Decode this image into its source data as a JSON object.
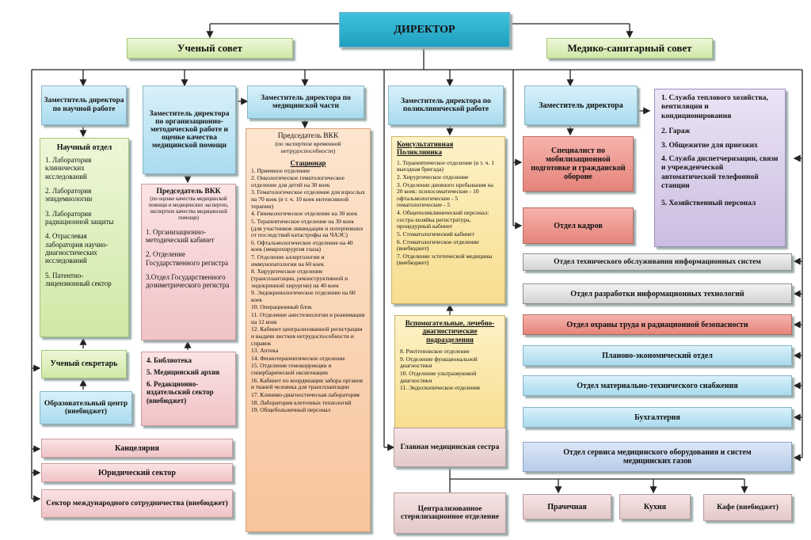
{
  "director": "ДИРЕКТОР",
  "scientific_council": "Ученый совет",
  "medical_council": "Медико-санитарный совет",
  "deputy_research": "Заместитель директора по научной работе",
  "research_dept": {
    "title": "Научный отдел",
    "items": [
      "1. Лаборатория клинических исследований",
      "2. Лаборатория эпидемиологии",
      "3. Лаборатория радиационной защиты",
      "4. Отраслевая лаборатория научно-диагностических исследований",
      "5. Патентно-лицензионный сектор"
    ]
  },
  "scientific_secretary": "Ученый секретарь",
  "education_center": "Образовательный центр (внебюджет)",
  "deputy_methodical": "Заместитель директора по организационно-методической работе и оценке качества медицинской помощи",
  "vkk1": {
    "title": "Председатель ВКК",
    "sub": "(по оценке качества медицинской помощи и медицинских экспертиз, экспертизе качества медицинской помощи)",
    "items": [
      "1. Организационно-методический кабинет",
      "2. Отделение Государственного регистра",
      "3.Отдел Государственного дозиметрического регистра"
    ]
  },
  "library_box": [
    "4. Библиотека",
    "5. Медицинский архив",
    "6. Редакционно-издательский сектор (внебюджет)"
  ],
  "deputy_medical": "Заместитель директора по медицинской части",
  "vkk2": {
    "title": "Председатель ВКК",
    "sub": "(по экспертизе временной нетрудоспособности)",
    "section": "Стационар",
    "items": [
      "1. Приемное отделение",
      "2. Онкологическое гематологическое отделение для детей на 30 коек",
      "3. Гематологическое отделение для взрослых на 70 коек (в т. ч. 10 коек интенсивной терапии)",
      "4. Гинекологическое отделение на 30 коек",
      "5. Терапевтическое отделение на 30 коек (для участников ликвидации и потерпевших от последствий катастрофы на ЧАЭС)",
      "6. Офтальмологическое отделение на 40 коек (микрохирургия глаза)",
      "7. Отделение аллергологии и иммунопатологии на 60 коек",
      "8. Хирургическое отделение (трансплантации, реконструктивной и эндокринной хирургии) на 40 коек",
      "9. Эндокринологическое отделение на 60 коек",
      "10. Операционный блок",
      "11. Отделение анестезиологии и реанимации на 12 коек",
      "12. Кабинет централизованной регистрации и выдачи листков нетрудоспособности и справок",
      "13. Аптека",
      "14. Физиотерапевтическое отделение",
      "15. Отделение гемокоррекции и гипербарической оксигенации",
      "16. Кабинет по координации забора органов и тканей человека для трансплантации",
      "17. Клинико-диагностическая лаборатория",
      "18. Лаборатория клеточных технологий",
      "19. Общебольничный персонал"
    ]
  },
  "deputy_polyclinic": "Заместитель директора по поликлинической работе",
  "polyclinic": {
    "title": "Консультативная Поликлиника",
    "items": [
      "1. Терапевтическое отделение (в т. ч. 1 выездная бригада)",
      "2. Хирургическое отделение",
      "3. Отделение дневного пребывания на 20 коек: психосоматические - 10 офтальмологические - 5 гематологические - 5",
      "4. Общеполиклинический персонал: сестра-хозяйка регистратура, процедурный кабинет",
      "5. Стоматологический кабинет",
      "6. Стоматологическое отделение (внебюджет)",
      "7. Отделение эстетической медицины (внебюджет)"
    ]
  },
  "aux": {
    "title": "Вспомогательные, лечебно-диагностические подразделения",
    "items": [
      "8. Рентгеновское отделение",
      "9. Отделение функциональной диагностики",
      "10. Отделение ультразвуковой диагностики",
      "11. Эндоскопическое отделение"
    ]
  },
  "head_nurse": "Главная медицинская сестра",
  "sterilization": "Централизованное стерилизационное отделение",
  "laundry": "Прачечная",
  "kitchen": "Кухня",
  "cafe": "Кафе (внебюджет)",
  "deputy_director": "Заместитель директора",
  "services": [
    "1. Служба теплового хозяйства, вентиляции и кондиционирования",
    "2. Гараж",
    "3. Общежитие для приезжих",
    "4. Служба диспетчеризации, связи и учрежденческой автоматической телефонной станции",
    "5. Хозяйственный персонал"
  ],
  "mobilization": "Специалист по мобилизационной подготовке и гражданской обороне",
  "hr": "Отдел кадров",
  "right_depts": [
    "Отдел технического обслуживания информационных систем",
    "Отдел разработки информационных технологий",
    "Отдел охраны труда и радиационной безопасности",
    "Планово-экономический отдел",
    "Отдел материально-технического снабжения",
    "Бухгалтерия",
    "Отдел сервиса медицинского оборудования и систем медицинских газов"
  ],
  "left_bottom": [
    "Канцелярия",
    "Юридический сектор",
    "Сектор международного сотрудничества (внебюджет)"
  ]
}
